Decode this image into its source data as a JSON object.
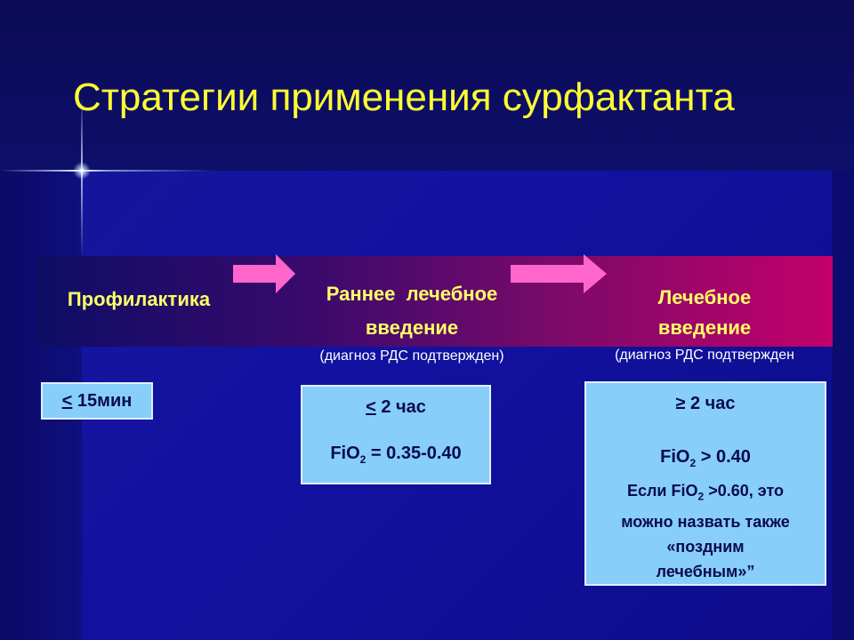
{
  "title": "Стратегии применения сурфактанта",
  "stages": [
    {
      "label_lines": [
        "Профилактика"
      ],
      "box_lines": [
        {
          "prefix_underlined": "<",
          "text": " 15мин"
        }
      ]
    },
    {
      "label_lines": [
        "Раннее  лечебное",
        "введение"
      ],
      "sub": "(диагноз РДС подтвержден)",
      "box_lines": [
        {
          "prefix_underlined": "<",
          "text": " 2 час"
        },
        {
          "fio_prefix": "FiO",
          "fio_sub": "2",
          "text": " = 0.35-0.40"
        }
      ]
    },
    {
      "label_lines": [
        "Лечебное",
        "введение"
      ],
      "sub": "(диагноз РДС подтвержден",
      "box_lines": [
        {
          "text": "≥ 2 час"
        },
        {
          "fio_prefix": "FiO",
          "fio_sub": "2",
          "text": " > 0.40"
        },
        {
          "fio_prefix": "Если FiO",
          "fio_sub": "2",
          "text": " >0.60, это"
        },
        {
          "text": "можно назвать также"
        },
        {
          "text": "«поздним"
        },
        {
          "text": "лечебным»”"
        }
      ]
    }
  ],
  "colors": {
    "title": "#ffff33",
    "stage_label": "#ffff66",
    "arrow": "#ff66cc",
    "box_fill": "#87cefa",
    "background": "#1212a2"
  },
  "icons": [
    "right-arrow-icon",
    "right-arrow-icon"
  ]
}
